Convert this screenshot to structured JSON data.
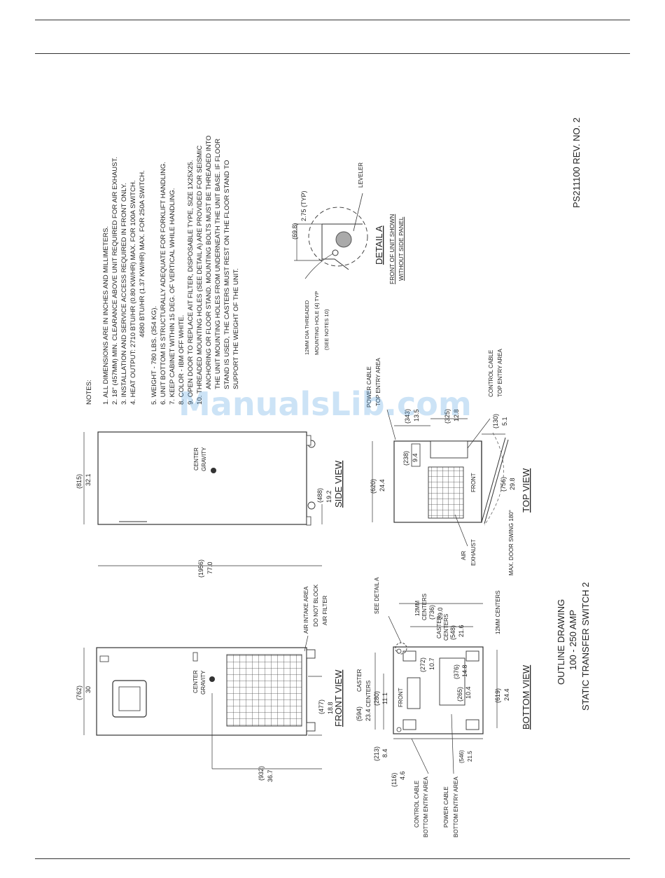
{
  "notes": {
    "heading": "NOTES:",
    "lines": [
      "1. ALL DIMENSIONS ARE IN INCHES AND MILLIMETERS.",
      "2. 18\" (457MM) MIN. CLEARANCE ABOVE UNIT REQUIRED FOR AIR EXHAUST.",
      "3. INSTALLATION AND SERVICE ACCESS REQUIRED IN FRONT ONLY.",
      "4. HEAT OUTPUT: 2710 BTU/HR (0.80 KW/HR) MAX. FOR 100A SWITCH.",
      "4680 BTU/HR (1.37 KW/HR) MAX. FOR 250A SWITCH.",
      "5. WEIGHT - 780 LBS. (354 KG).",
      "6. UNIT BOTTOM IS STRUCTURALLY ADEQUATE FOR FORKLIFT HANDLING.",
      "7. KEEP CABINET WITHIN 15 DEG. OF VERTICAL WHILE HANDLING.",
      "8. COLOR - IBM OFF WHITE.",
      "9. OPEN DOOR TO REPLACE AIT FILTER, DISPOSABLE TYPE, SIZE 1X25X25.",
      "10. THREADED MOUNTING HOLES (SEE DETAIL A) ARE PROVIDED FOR SEISMIC",
      "ANCHORING OR FLOOR STAND. MOUNTING BOLTS MUST BE THREADED INTO",
      "THE UNIT MOUNTING HOLES FROM UNDERNEATH THE UNIT BASE. IF FLOOR",
      "STAND IS USED, THE CASTERS MUST REST ON THE FLOOR STAND TO",
      "SUPPORT THE WEIGHT OF THE UNIT."
    ]
  },
  "doc_number": "PS211100 REV. NO. 2",
  "title_block": [
    "OUTLINE DRAWING",
    "100 - 250 AMP",
    "STATIC TRANSFER SWITCH 2"
  ],
  "watermark": "ManualsLib.com",
  "detail_a": {
    "title": "DETAIL A",
    "sub1": "FRONT OF UNIT SHOWN",
    "sub2": "WITHOUT SIDE PANEL",
    "dim_mm": "(69.8)",
    "dim_in": "2.75  (TYP)",
    "leveler": "LEVELER",
    "hole_note": [
      "12MM DIA THREADED",
      "MOUNTING HOLE (4) TYP",
      "(SEE NOTES 10)"
    ]
  },
  "front_view": {
    "label": "FRONT VIEW",
    "width_mm": "(762)",
    "width_in": "30",
    "height_mm": "(932)",
    "height_in": "36.7",
    "cg_mm": "(477)",
    "cg_in": "18.8",
    "center": "CENTER",
    "gravity": "GRAVITY",
    "intake": [
      "AIR INTAKE AREA",
      "DO NOT BLOCK",
      "AIR FILTER"
    ]
  },
  "side_view": {
    "label": "SIDE VIEW",
    "depth_mm": "(815)",
    "depth_in": "32.1",
    "height_mm": "(1956)",
    "height_in": "77.0",
    "cg_mm": "(488)",
    "cg_in": "19.2",
    "center": "CENTER",
    "gravity": "GRAVITY"
  },
  "top_view": {
    "label": "TOP VIEW",
    "power_cable": [
      "POWER CABLE",
      "TOP ENTRY AREA"
    ],
    "control_cable": [
      "CONTROL CABLE",
      "TOP ENTRY AREA"
    ],
    "d1_mm": "(343)",
    "d1_in": "13.5",
    "d2_mm": "(325)",
    "d2_in": "12.8",
    "d3_mm": "(130)",
    "d3_in": "5.1",
    "d4_mm": "(620)",
    "d4_in": "24.4",
    "d5_mm": "(238)",
    "d5_in": "9.4",
    "d6_mm": "(756)",
    "d6_in": "29.8",
    "front": "FRONT",
    "air": "AIR",
    "exhaust": "EXHAUST",
    "door_swing": "MAX. DOOR SWING 180°"
  },
  "bottom_view": {
    "label": "BOTTOM VIEW",
    "see_detail": "SEE DETAIL A",
    "c12_a": "12MM",
    "c12_b": "CENTERS",
    "c12_mm": "(736)",
    "c12_in": "29.0",
    "caster": "CASTER",
    "caster_centers": "CENTERS",
    "caster_mm": "(548)",
    "caster_in": "21.6",
    "c12_right": "12MM CENTERS",
    "d594_mm": "(594)",
    "d594_t1": "CASTER",
    "d594_in": "23.4",
    "d594_t2": "CENTERS",
    "d280_mm": "(280)",
    "d280_in": "11.1",
    "d272_mm": "(272)",
    "d272_in": "10.7",
    "d376_mm": "(376)",
    "d376_in": "14.8",
    "d265_mm": "(265)",
    "d265_in": "10.4",
    "d619_mm": "(619)",
    "d619_in": "24.4",
    "d213_mm": "(213)",
    "d213_in": "8.4",
    "d116_mm": "(116)",
    "d116_in": "4.6",
    "d546_mm": "(546)",
    "d546_in": "21.5",
    "front": "FRONT",
    "control_cable": [
      "CONTROL CABLE",
      "BOTTOM ENTRY AREA"
    ],
    "power_cable": [
      "POWER CABLE",
      "BOTTOM ENTRY AREA"
    ]
  }
}
